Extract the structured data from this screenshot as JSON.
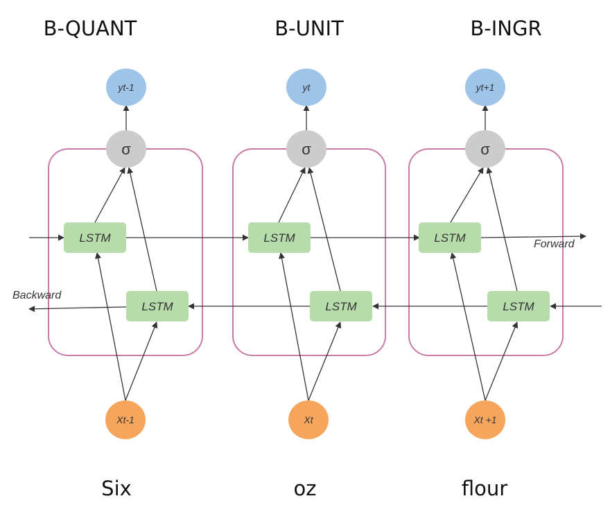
{
  "tags": [
    "B-QUANT",
    "B-UNIT",
    "B-INGR"
  ],
  "words": [
    "Six",
    "oz",
    "flour"
  ],
  "cells": [
    {
      "output_label": "yt-1",
      "activation_label": "σ",
      "forward_label": "LSTM",
      "backward_label": "LSTM",
      "input_label": "Xt-1"
    },
    {
      "output_label": "yt",
      "activation_label": "σ",
      "forward_label": "LSTM",
      "backward_label": "LSTM",
      "input_label": "Xt"
    },
    {
      "output_label": "yt+1",
      "activation_label": "σ",
      "forward_label": "LSTM",
      "backward_label": "LSTM",
      "input_label": "Xt +1"
    }
  ],
  "forward_label": "Forward",
  "backward_label": "Backward",
  "colors": {
    "cell_border": "#c77aa6",
    "lstm_fill": "#b7dcab",
    "output_fill": "#9ec4ea",
    "input_fill": "#f6a65c",
    "sigma_fill": "#cccccc",
    "line": "#333333"
  }
}
